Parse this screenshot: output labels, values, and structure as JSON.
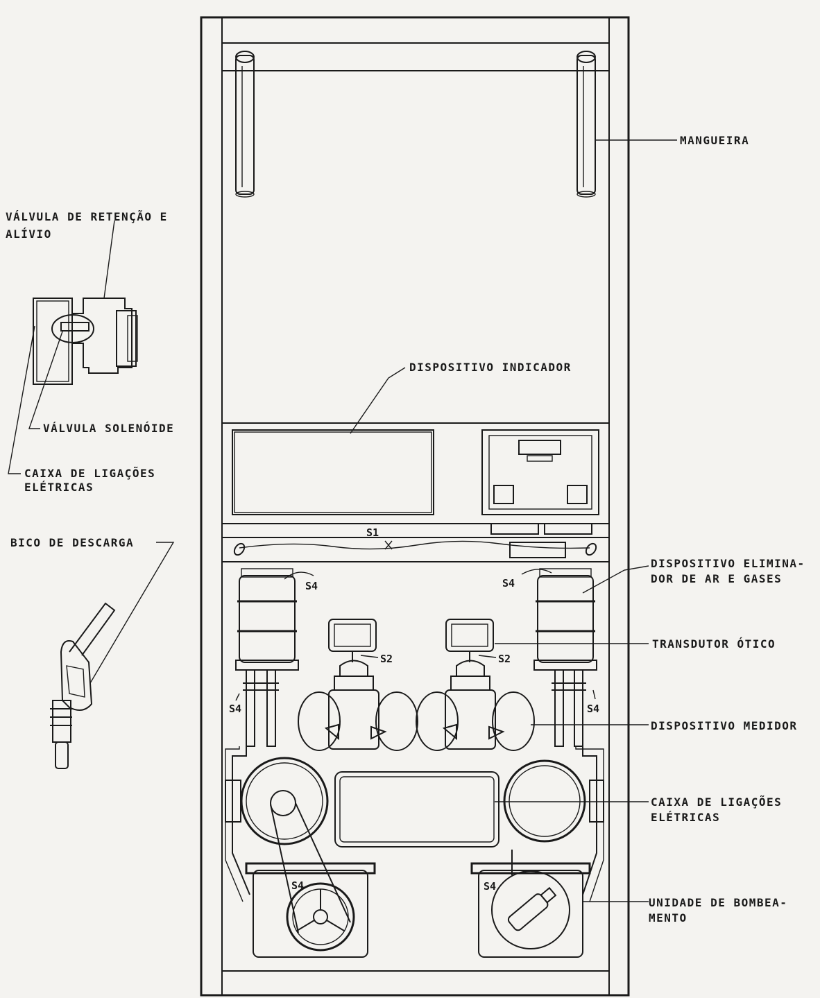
{
  "labels": {
    "mangueira": "MANGUEIRA",
    "valvula_retencao_1": "VÁLVULA DE RETENÇÃO E",
    "valvula_retencao_2": "ALÍVIO",
    "valvula_solenoide": "VÁLVULA SOLENÓIDE",
    "caixa_ligacoes_left_1": "CAIXA DE LIGAÇÕES",
    "caixa_ligacoes_left_2": "ELÉTRICAS",
    "bico_descarga": "BICO DE DESCARGA",
    "dispositivo_indicador": "DISPOSITIVO INDICADOR",
    "eliminador_1": "DISPOSITIVO ELIMINA-",
    "eliminador_2": "DOR DE AR E GASES",
    "transdutor": "TRANSDUTOR ÓTICO",
    "medidor": "DISPOSITIVO MEDIDOR",
    "caixa_ligacoes_right_1": "CAIXA DE LIGAÇÕES",
    "caixa_ligacoes_right_2": "ELÉTRICAS",
    "bombeamento_1": "UNIDADE DE BOMBEA-",
    "bombeamento_2": "MENTO"
  },
  "seals": {
    "s1": "S1",
    "s2": "S2",
    "s4": "S4"
  },
  "colors": {
    "ink": "#1a1a1a",
    "paper": "#f4f3f0"
  }
}
